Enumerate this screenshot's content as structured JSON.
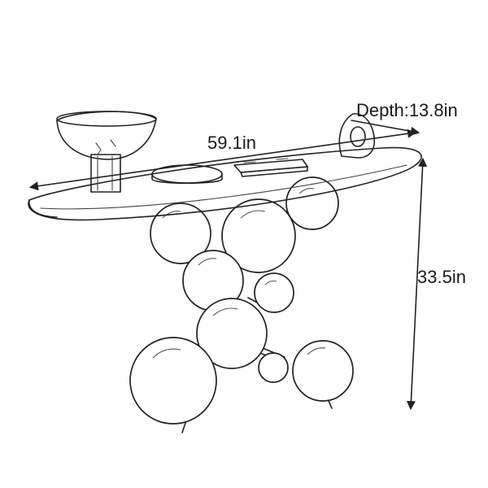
{
  "dimensions": {
    "width": "59.1in",
    "depth": "Depth:13.8in",
    "height": "33.5in"
  }
}
